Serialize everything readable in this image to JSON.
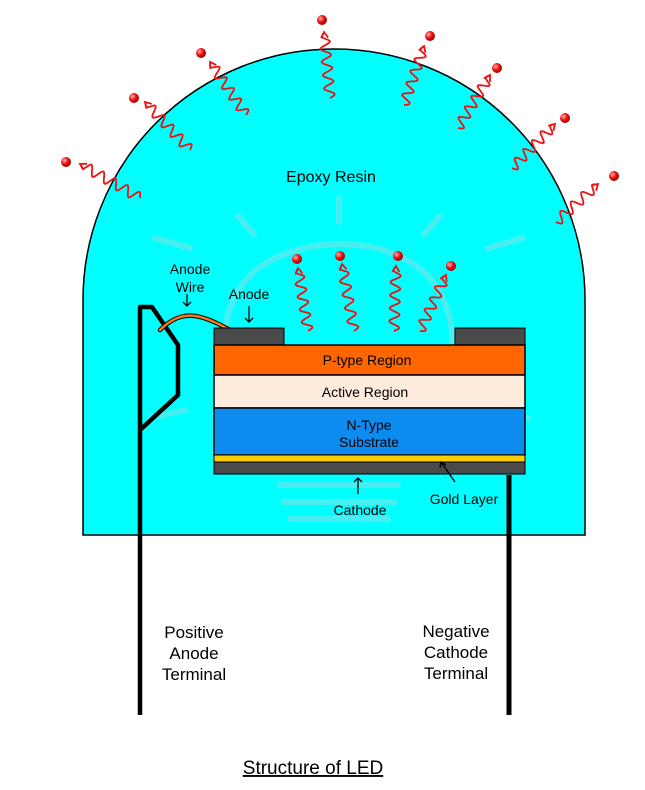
{
  "labels": {
    "epoxy": "Epoxy Resin",
    "anode_wire_1": "Anode",
    "anode_wire_2": "Wire",
    "anode": "Anode",
    "p_type": "P-type Region",
    "active": "Active Region",
    "n_type_1": "N-Type",
    "n_type_2": "Substrate",
    "gold": "Gold Layer",
    "cathode": "Cathode",
    "pos_1": "Positive",
    "pos_2": "Anode",
    "pos_3": "Terminal",
    "neg_1": "Negative",
    "neg_2": "Cathode",
    "neg_3": "Terminal",
    "title": "Structure of LED"
  },
  "colors": {
    "epoxy": "#00ffff",
    "p_type": "#ff6600",
    "active": "#fdebdc",
    "n_type": "#0d8bef",
    "gold": "#ffcc00",
    "contact": "#4a4a4a",
    "photon": "#ee1111",
    "anode_wire": "#f07d1a",
    "watermark": "#8fdde3"
  },
  "icons": {
    "watermark": "lightbulb-watermark-icon",
    "photon": "photon-emission-icon"
  }
}
